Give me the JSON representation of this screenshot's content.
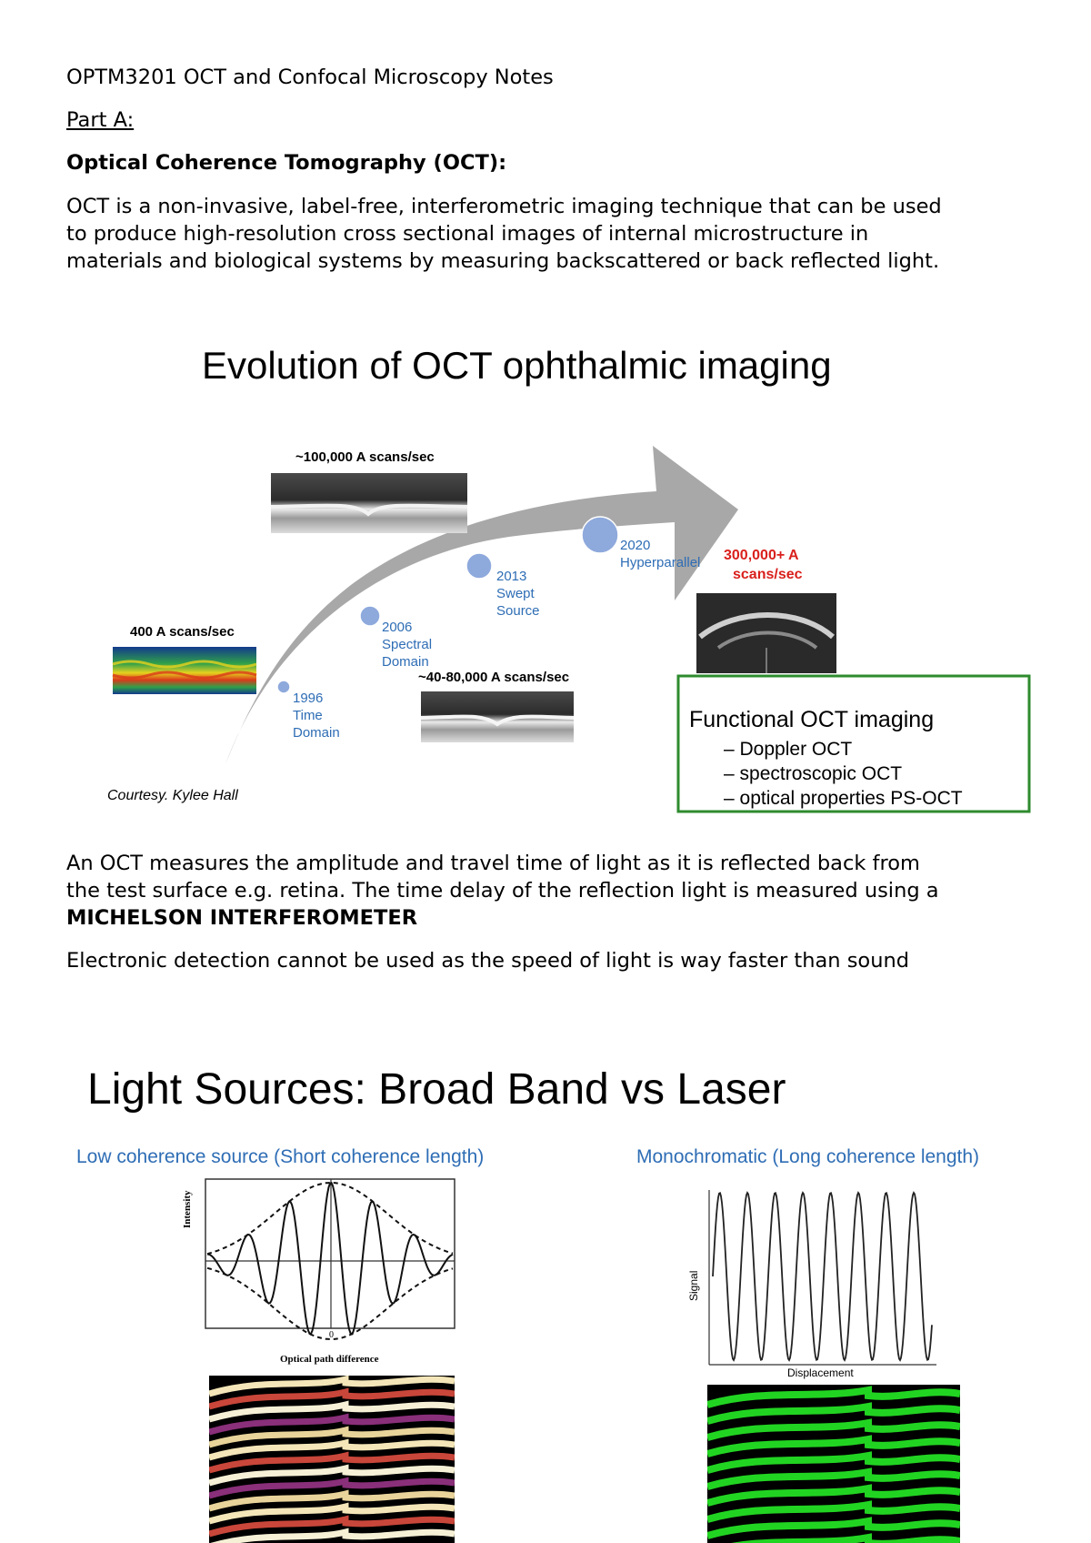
{
  "doc": {
    "title": "OPTM3201 OCT and Confocal Microscopy Notes",
    "part": "Part A:",
    "heading": "Optical Coherence Tomography (OCT):",
    "intro": [
      "OCT is a non-invasive, label-free, interferometric imaging technique that can be used",
      "to produce high-resolution cross sectional images of internal  microstructure in",
      "materials and biological systems by measuring backscattered or back reflected light."
    ],
    "para2": [
      "An OCT measures the amplitude and travel time of light as it is reflected back from",
      "the test surface e.g. retina. The time delay of the reflection light is measured using a"
    ],
    "para2_bold": "MICHELSON INTERFEROMETER",
    "para3": "Electronic detection cannot be used as the speed of light is way faster than sound"
  },
  "fig1": {
    "title": "Evolution of OCT ophthalmic imaging",
    "rate_400": "400 A scans/sec",
    "rate_100k": "~100,000 A scans/sec",
    "rate_40k": "~40-80,000 A scans/sec",
    "rate_300k_line1": "300,000+ A",
    "rate_300k_line2": "scans/sec",
    "milestones": [
      {
        "year": "1996",
        "line2": "Time",
        "line3": "Domain"
      },
      {
        "year": "2006",
        "line2": "Spectral",
        "line3": "Domain"
      },
      {
        "year": "2013",
        "line2": "Swept",
        "line3": "Source"
      },
      {
        "year": "2020",
        "line2": "Hyperparallel",
        "line3": ""
      }
    ],
    "functional_title": "Functional OCT imaging",
    "functional_items": [
      "Doppler OCT",
      "spectroscopic OCT",
      "optical properties PS-OCT"
    ],
    "courtesy": "Courtesy. Kylee Hall",
    "colors": {
      "arrow": "#a8a8a8",
      "milestone": "#8ea9dc",
      "milestone_text": "#2e6db5",
      "highlight": "#d9201c",
      "box": "#2e8b2e"
    }
  },
  "fig2": {
    "title": "Light Sources: Broad Band vs Laser",
    "left_caption": "Low coherence source (Short coherence length)",
    "right_caption": "Monochromatic (Long coherence length)",
    "left_ylabel": "Intensity",
    "left_zero": "0",
    "left_xlabel": "Optical path difference",
    "right_ylabel": "Signal",
    "right_xlabel": "Displacement",
    "colors": {
      "caption": "#2e6db5"
    }
  }
}
